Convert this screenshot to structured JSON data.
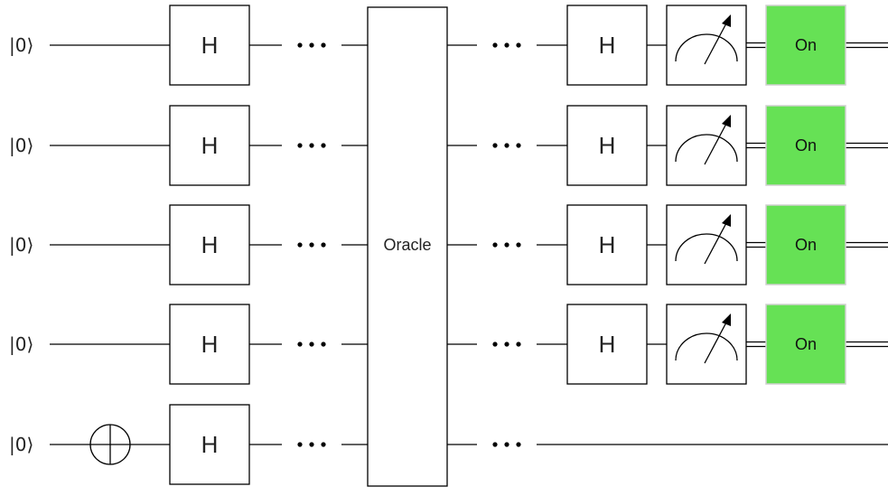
{
  "qubits": [
    {
      "init": "|0⟩",
      "gates": [
        "H"
      ],
      "measured": true,
      "indicator": "On"
    },
    {
      "init": "|0⟩",
      "gates": [
        "H"
      ],
      "measured": true,
      "indicator": "On"
    },
    {
      "init": "|0⟩",
      "gates": [
        "H"
      ],
      "measured": true,
      "indicator": "On"
    },
    {
      "init": "|0⟩",
      "gates": [
        "H"
      ],
      "measured": true,
      "indicator": "On"
    },
    {
      "init": "|0⟩",
      "gates": [
        "X",
        "H"
      ],
      "measured": false,
      "indicator": ""
    }
  ],
  "oracle_label": "Oracle",
  "ellipsis": "···",
  "final_gate_label": "H",
  "colors": {
    "indicator_fill": "#66E155",
    "indicator_border": "#D0D0D0",
    "line": "#000000"
  },
  "icons": {
    "x_gate": "oplus-icon",
    "measurement": "meter-icon"
  }
}
